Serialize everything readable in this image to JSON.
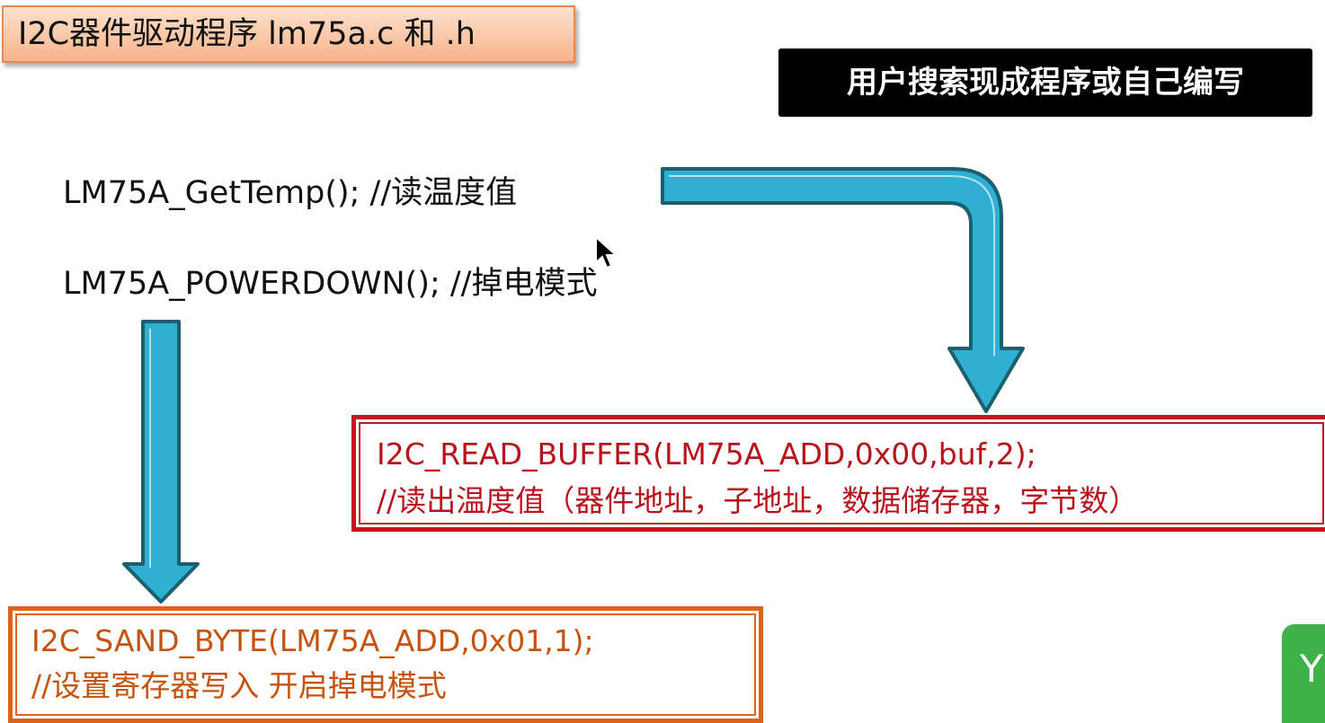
{
  "slide": {
    "title": "I2C器件驱动程序 lm75a.c 和 .h",
    "badge": "用户搜索现成程序或自己编写",
    "code_lines": [
      "LM75A_GetTemp(); //读温度值",
      "LM75A_POWERDOWN(); //掉电模式"
    ],
    "read_box": {
      "line1": "I2C_READ_BUFFER(LM75A_ADD,0x00,buf,2);",
      "line2": "//读出温度值（器件地址，子地址，数据储存器，字节数）"
    },
    "write_box": {
      "line1": "I2C_SAND_BYTE(LM75A_ADD,0x01,1);",
      "line2": "//设置寄存器写入 开启掉电模式"
    },
    "corner_tab": "Y"
  },
  "colors": {
    "title_border": "#e8894f",
    "arrow_fill": "#2fb0d3",
    "arrow_stroke": "#1c5f6e",
    "read_box": "#c51620",
    "write_box": "#db6418",
    "corner_tab": "#3fb34a"
  },
  "icons": {
    "cursor": "mouse-pointer-icon",
    "arrows": [
      "bent-arrow-down",
      "straight-arrow-down"
    ]
  }
}
